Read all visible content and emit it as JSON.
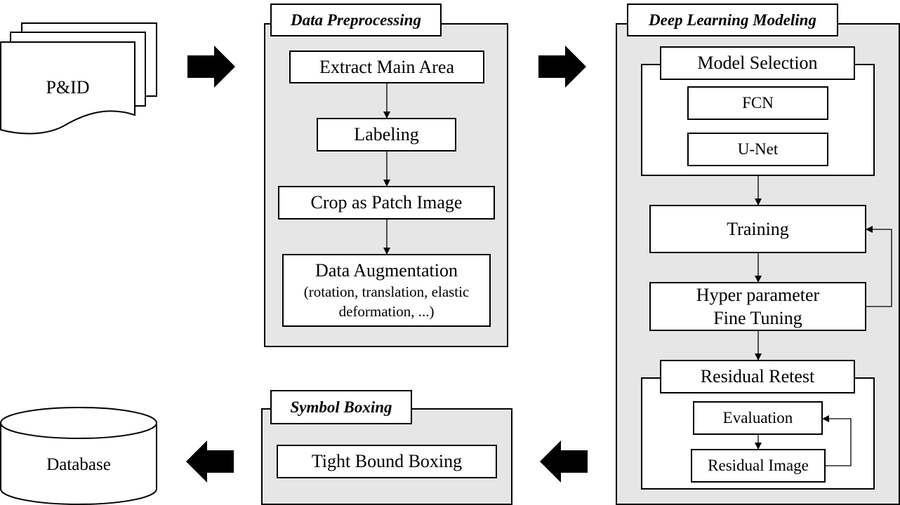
{
  "input_doc": {
    "label": "P&ID"
  },
  "database": {
    "label": "Database"
  },
  "preprocessing": {
    "title": "Data Preprocessing",
    "steps": {
      "extract": "Extract Main Area",
      "labeling": "Labeling",
      "crop": "Crop as Patch Image",
      "augmentation_title": "Data Augmentation",
      "augmentation_line1": "(rotation, translation, elastic",
      "augmentation_line2": "deformation, ...)"
    }
  },
  "modeling": {
    "title": "Deep Learning Modeling",
    "model_selection": {
      "title": "Model Selection",
      "options": [
        "FCN",
        "U-Net"
      ]
    },
    "training": "Training",
    "tuning_line1": "Hyper parameter",
    "tuning_line2": "Fine Tuning",
    "residual": {
      "title": "Residual Retest",
      "evaluation": "Evaluation",
      "residual_image": "Residual Image"
    }
  },
  "boxing": {
    "title": "Symbol Boxing",
    "step": "Tight Bound Boxing"
  }
}
